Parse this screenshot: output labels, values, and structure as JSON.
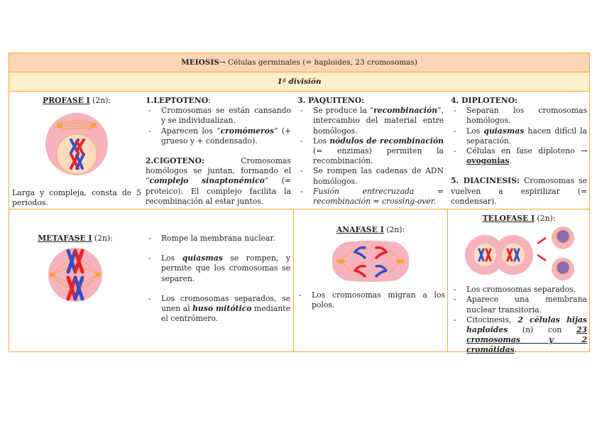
{
  "header": {
    "title_bold": "MEIOSIS",
    "title_rest": " → Células germinales (= haploides, 23 cromosomas)",
    "subtitle": "1ª división"
  },
  "profase": {
    "title": "PROFASE I",
    "ploidy": " (2n):",
    "description": "Larga y compleja, consta de 5 periodos."
  },
  "leptoteno": {
    "title": "1.LEPTOTENO",
    "colon": ":",
    "items": [
      {
        "text": "Cromosomas se están cansando y se individualizan."
      },
      {
        "pre": "Aparecen los “",
        "em": "cromómeros",
        "post": "” (+ grueso y + condensado)."
      }
    ]
  },
  "cigoteno": {
    "title": "2.CIGOTENO:",
    "pre": " Cromosomas homólogos se juntan, formando el “",
    "em": "complejo sinaptonémico",
    "post": "” (= proteico). El complejo facilita la recombinación al estar juntos."
  },
  "paquiteno": {
    "title": "3. PAQUITENO:",
    "items": [
      {
        "pre": "Se produce la “",
        "em": "recombinación",
        "post": "”, intercambio del material entre homólogos."
      },
      {
        "pre": "Los ",
        "em": "nódulos de recombinación",
        "post": " (= enzimas) permiten la recombinación."
      },
      {
        "text": "Se rompen las cadenas de ADN homólogos."
      },
      {
        "italic": "Fusión entrecruzada = recombinación = crossing-over."
      }
    ]
  },
  "diploteno": {
    "title": "4. DIPLOTENO:",
    "items": [
      {
        "text": "Separan los cromosomas homólogos."
      },
      {
        "pre": "Los ",
        "em": "quiasmas",
        "post": " hacen difícil la separación."
      },
      {
        "pre": "Células en fase diploteno → ",
        "em": "ovogonias",
        "post": "."
      }
    ]
  },
  "diacinesis": {
    "title": "5. DIACINESIS:",
    "text": " Cromosomas se vuelven a espirilizar (= condensar)."
  },
  "metafase": {
    "title": "METAFASE I",
    "ploidy": " (2n):",
    "items": [
      {
        "text": "Rompe la membrana nuclear."
      },
      {
        "pre": "Los ",
        "em": "quiasmas",
        "post": " se rompen, y permite que los cromosomas se separen."
      },
      {
        "pre": "Los cromosomas separados, se unen al ",
        "em": "huso mitótico",
        "post": " mediante el centrómero."
      }
    ]
  },
  "anafase": {
    "title": "ANAFASE I",
    "ploidy": " (2n):",
    "items": [
      {
        "text": "Los cromosomas migran a los polos."
      }
    ]
  },
  "telofase": {
    "title": "TELOFASE I",
    "ploidy": " (2n):",
    "items": [
      {
        "text": "Los cromosomas separados."
      },
      {
        "text": "Aparece una membrana nuclear transitoria."
      },
      {
        "pre": "Citocinesis, ",
        "em": "2 células hijas haploides",
        "mid": " (n) con ",
        "em2": "23 cromosomas y 2 cromátidas",
        "post": "."
      }
    ]
  },
  "colors": {
    "border": "#f4a53a",
    "header_bg": "#fbd5b5",
    "subheader_bg": "#fdefc9",
    "cell_pink": "#f6b3bb",
    "nucleus": "#fbdcbf",
    "chrom_red": "#e8202a",
    "chrom_blue": "#3a4fc0",
    "spindle": "#f2a43a"
  }
}
